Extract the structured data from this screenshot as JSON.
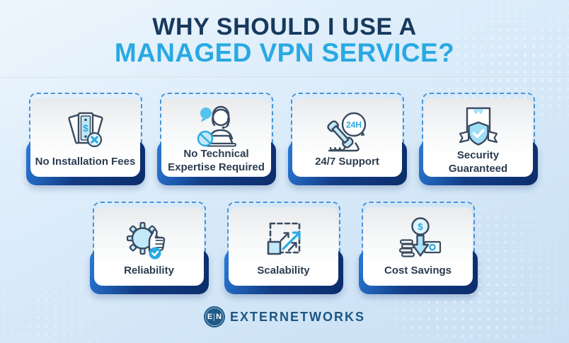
{
  "title": {
    "line1": "WHY SHOULD I USE A",
    "line2": "MANAGED VPN SERVICE?"
  },
  "colors": {
    "title_dark": "#17395D",
    "title_accent": "#29A9E2",
    "underlay_gradient_from": "#2A7BD9",
    "underlay_gradient_to": "#0C2D6B",
    "dashed_border": "#4B94D6",
    "icon_outline": "#3A4B60",
    "icon_fill_light": "#C1E9FA",
    "icon_accent": "#29ABE2",
    "label_text": "#2B3C50",
    "logo_blue": "#1D5A87"
  },
  "cards": [
    {
      "label": "No Installation Fees",
      "icon": "money-cancel-icon"
    },
    {
      "label": "No Technical\nExpertise Required",
      "icon": "support-agent-blocked-icon"
    },
    {
      "label": "24/7 Support",
      "icon": "phone-24h-icon",
      "badge": "24H"
    },
    {
      "label": "Security Guaranteed",
      "icon": "package-shield-icon"
    },
    {
      "label": "Reliability",
      "icon": "gear-thumbs-up-icon"
    },
    {
      "label": "Scalability",
      "icon": "growth-arrows-icon"
    },
    {
      "label": "Cost Savings",
      "icon": "dollar-savings-icon"
    }
  ],
  "icon_text": {
    "dollar": "$"
  },
  "footer": {
    "logo_e": "E",
    "logo_n": "N",
    "logo_text": "EXTERNETWORKS"
  }
}
